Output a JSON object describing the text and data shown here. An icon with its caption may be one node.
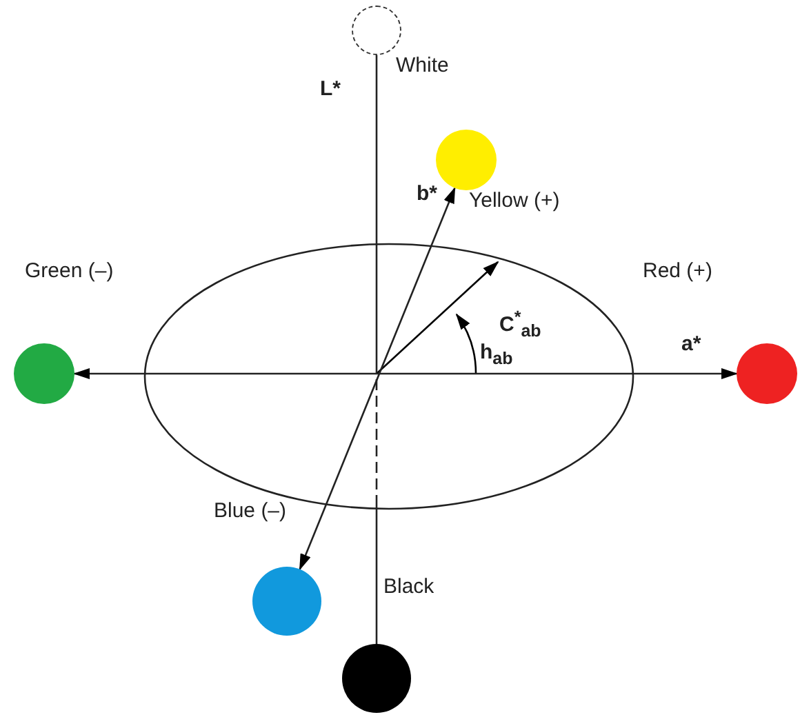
{
  "diagram": {
    "nodes": [
      {
        "text": [],
        "shape": "circle",
        "beside": [
          "White"
        ]
      },
      {
        "text": [],
        "shape": "circle",
        "beside": [
          "Yellow (+)"
        ]
      },
      {
        "text": [],
        "shape": "circle",
        "beside": [
          "Green (–)"
        ]
      },
      {
        "text": [],
        "shape": "circle",
        "beside": [
          "Red (+)"
        ]
      },
      {
        "text": [],
        "shape": "circle",
        "beside": [
          "Blue (–)"
        ]
      },
      {
        "text": [],
        "shape": "circle",
        "beside": [
          "Black"
        ]
      }
    ],
    "edges": [
      {
        "from": 0,
        "to": 5,
        "arrow": "none",
        "style": "dashed"
      },
      {
        "from": 2,
        "to": 3,
        "arrow": "both"
      },
      {
        "from": 1,
        "to": 4,
        "arrow": "both"
      }
    ],
    "labels": [
      "L*",
      "b*",
      "C$^{*}$$_{ab}$",
      "h$_{ab}$",
      "a*"
    ]
  }
}
